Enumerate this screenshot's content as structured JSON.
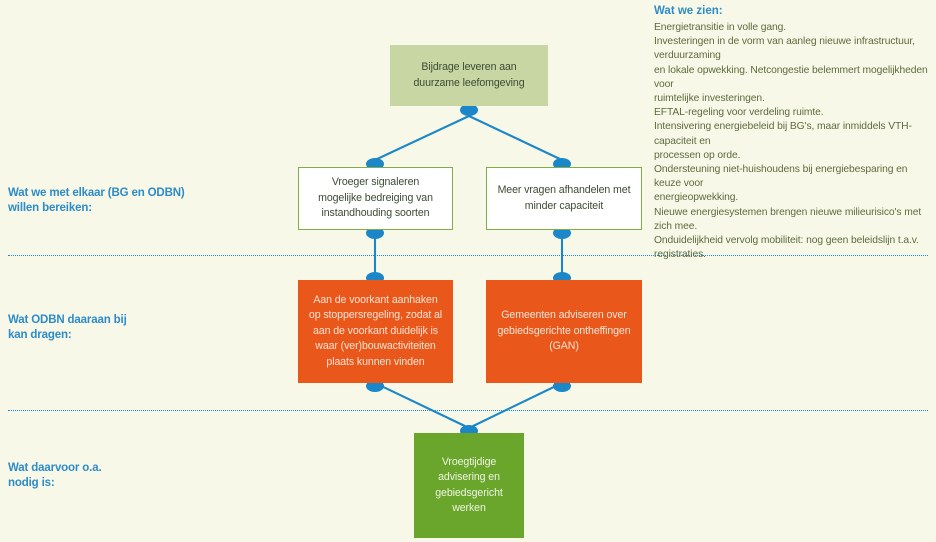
{
  "page": {
    "background_color": "#f8f8e8",
    "accent_blue": "#2d8bc9",
    "connector_color": "#1b86c8"
  },
  "section_labels": [
    {
      "name": "goals",
      "text": "Wat we met elkaar (BG en ODBN)\nwillen bereiken:"
    },
    {
      "name": "contribution",
      "text": "Wat ODBN daaraan bij\nkan dragen:"
    },
    {
      "name": "needs",
      "text": "Wat daarvoor o.a.\nnodig is:"
    }
  ],
  "notes": {
    "title": "Wat we zien:",
    "lines": [
      "Energietransitie in volle gang.",
      "Investeringen in de vorm van aanleg nieuwe infrastructuur, verduurzaming",
      "en lokale opwekking. Netcongestie belemmert mogelijkheden voor",
      "ruimtelijke investeringen.",
      "EFTAL-regeling voor verdeling ruimte.",
      "Intensivering energiebeleid bij BG's, maar inmiddels VTH-capaciteit en",
      "processen op orde.",
      "Ondersteuning niet-huishoudens bij energiebesparing en keuze voor",
      "energieopwekking.",
      "Nieuwe energiesystemen brengen nieuwe milieurisico's met zich mee.",
      "Onduidelijkheid vervolg mobiliteit: nog geen beleidslijn t.a.v. registraties."
    ]
  },
  "boxes": {
    "top": {
      "text": "Bijdrage leveren aan duurzame leefomgeving",
      "color": "#c8d6a4"
    },
    "goal_left": {
      "text": "Vroeger signaleren mogelijke bedreiging van instandhouding soorten",
      "color": "#ffffff",
      "border_color": "#7fae44"
    },
    "goal_right": {
      "text": "Meer vragen afhandelen met minder capaciteit",
      "color": "#ffffff",
      "border_color": "#7fae44"
    },
    "contrib_left": {
      "text": "Aan de voorkant aanhaken op stoppersregeling, zodat al aan de voorkant duidelijk is waar (ver)bouwactiviteiten plaats kunnen vinden",
      "color": "#e9581a"
    },
    "contrib_right": {
      "text": "Gemeenten adviseren over gebiedsgerichte ontheffingen (GAN)",
      "color": "#e9581a"
    },
    "bottom": {
      "text": "Vroegtijdige advisering en gebiedsgericht werken",
      "color": "#6aa62b"
    }
  }
}
